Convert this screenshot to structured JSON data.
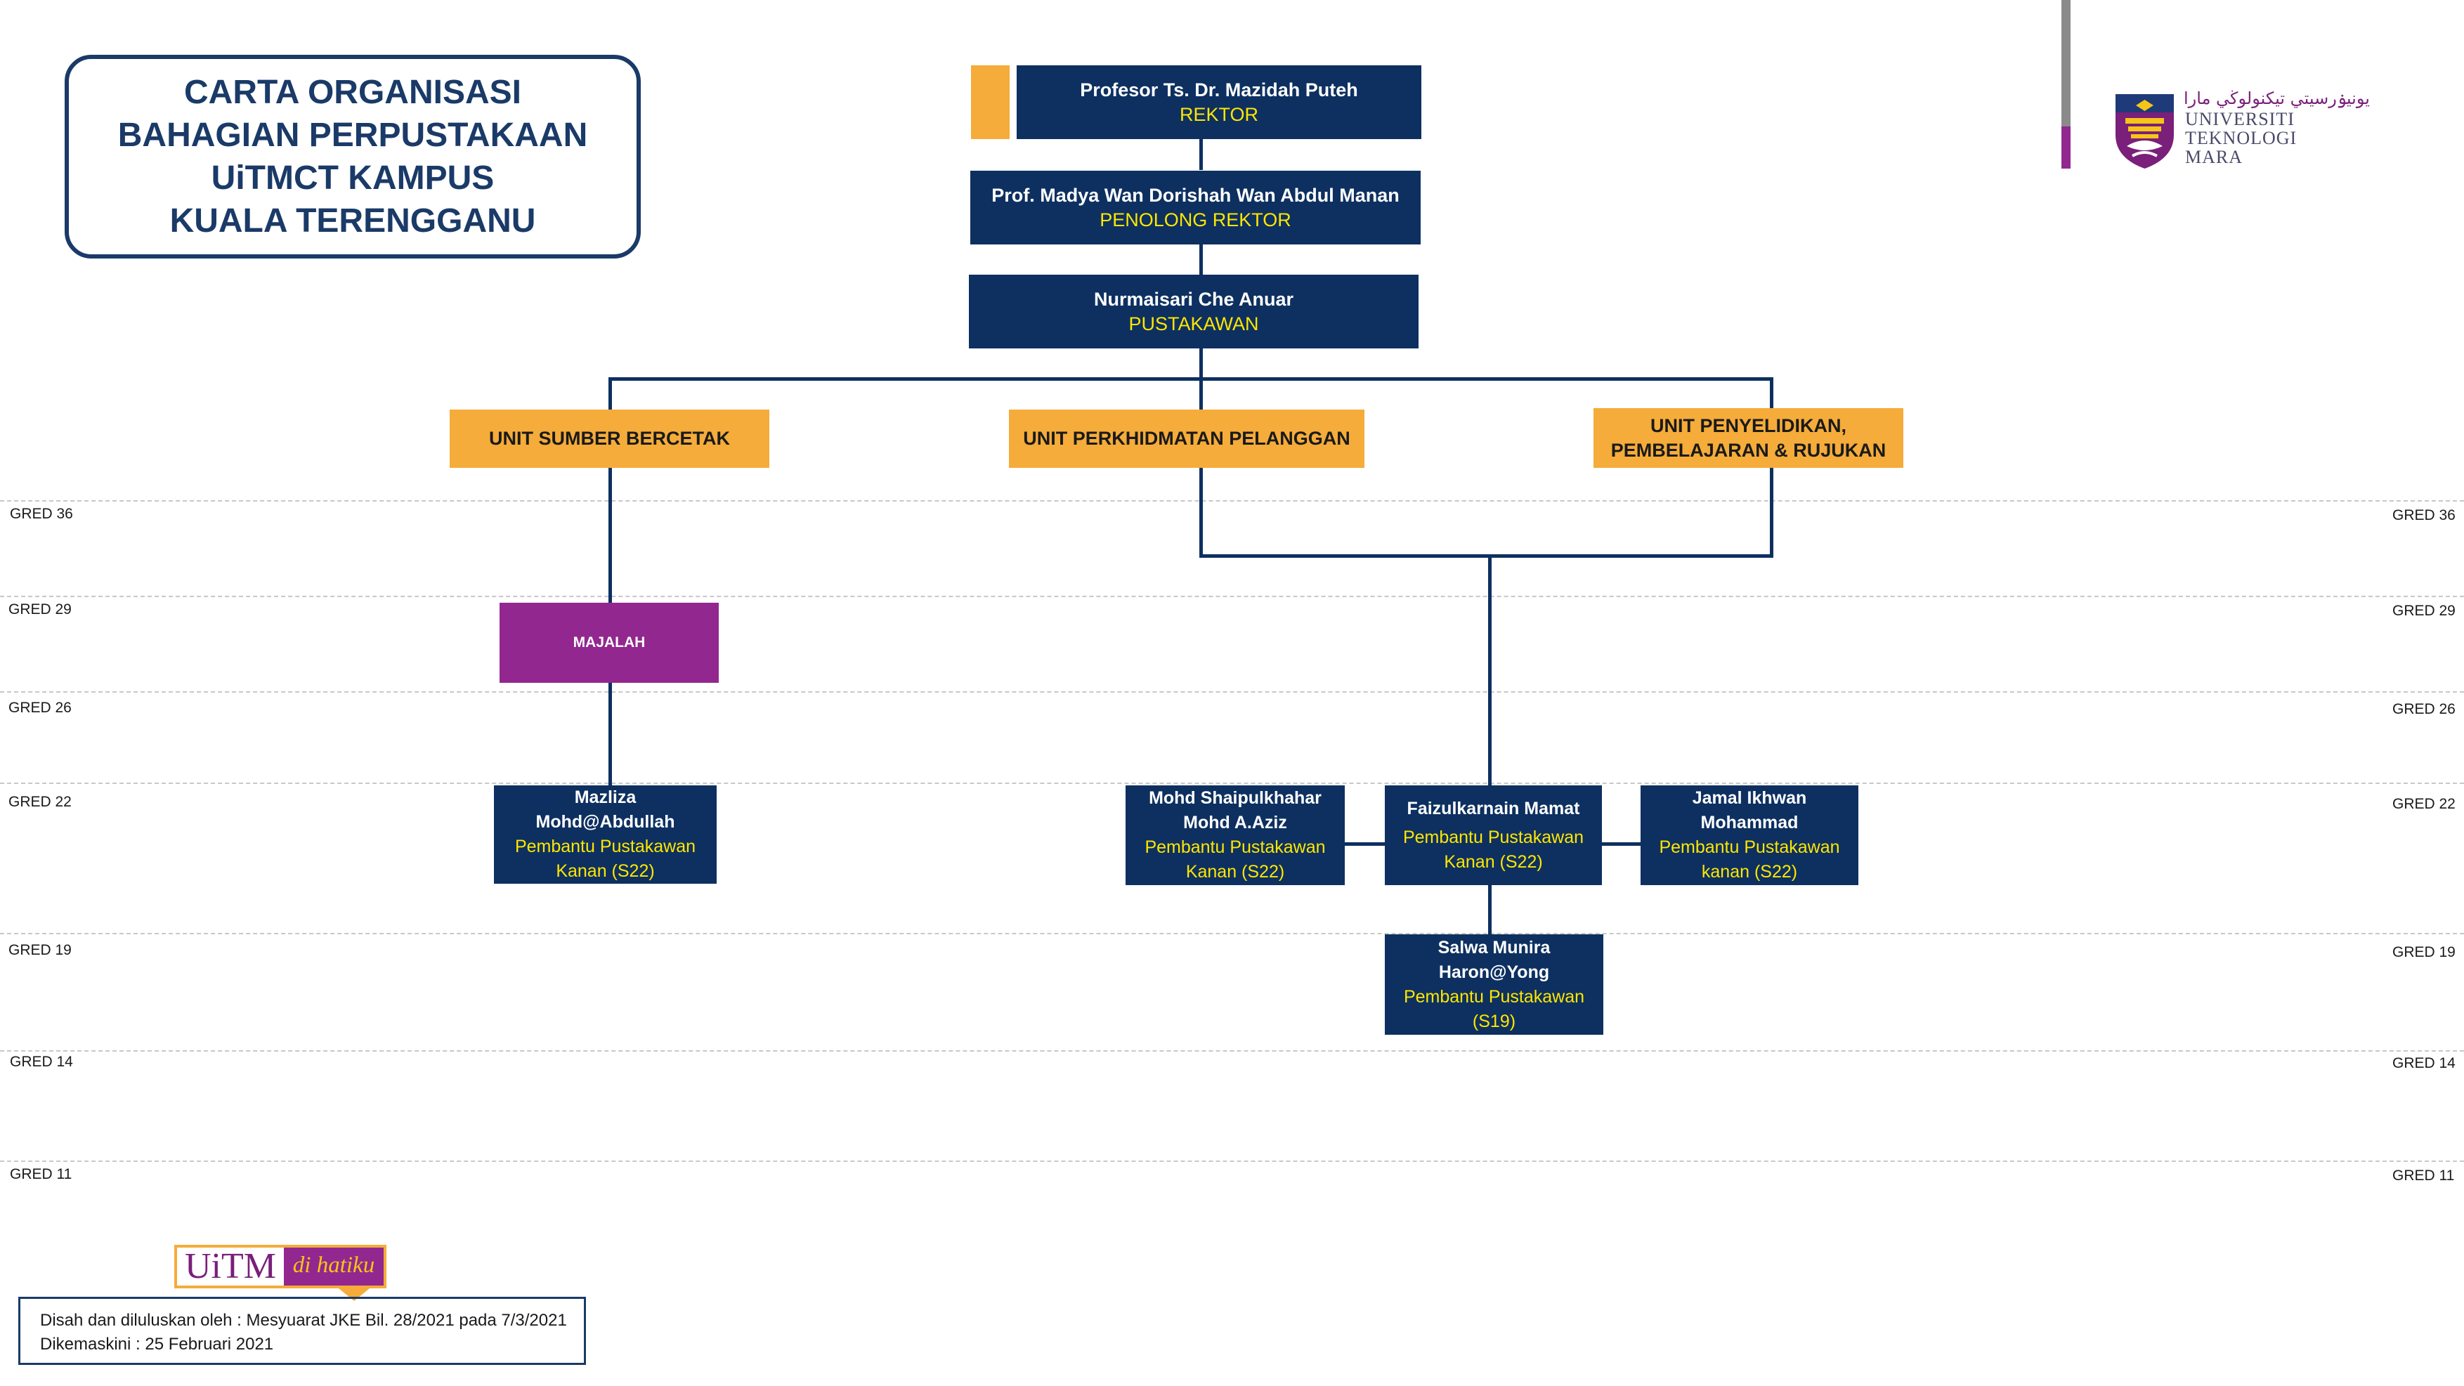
{
  "title": {
    "line1": "CARTA ORGANISASI",
    "line2": "BAHAGIAN PERPUSTAKAAN",
    "line3": "UiTMCT KAMPUS",
    "line4": "KUALA TERENGGANU"
  },
  "top": {
    "rektor": {
      "name": "Profesor Ts. Dr. Mazidah Puteh",
      "role": "REKTOR"
    },
    "penolong": {
      "name": "Prof. Madya Wan Dorishah Wan Abdul Manan",
      "role": "PENOLONG REKTOR"
    },
    "pustakawan": {
      "name": "Nurmaisari Che Anuar",
      "role": "PUSTAKAWAN"
    }
  },
  "units": {
    "sumber": "UNIT SUMBER BERCETAK",
    "pelanggan": "UNIT PERKHIDMATAN PELANGGAN",
    "penyelidikan_1": "UNIT PENYELIDIKAN,",
    "penyelidikan_2": "PEMBELAJARAN & RUJUKAN"
  },
  "majalah": "MAJALAH",
  "staff": {
    "mazliza": {
      "name1": "Mazliza",
      "name2": "Mohd@Abdullah",
      "role1": "Pembantu Pustakawan",
      "role2": "Kanan (S22)"
    },
    "shaipul": {
      "name1": "Mohd Shaipulkhahar",
      "name2": "Mohd A.Aziz",
      "role1": "Pembantu Pustakawan",
      "role2": "Kanan (S22)"
    },
    "faizul": {
      "name1": "Faizulkarnain Mamat",
      "role1": "Pembantu Pustakawan",
      "role2": "Kanan (S22)"
    },
    "jamal": {
      "name1": "Jamal Ikhwan",
      "name2": "Mohammad",
      "role1": "Pembantu Pustakawan",
      "role2": "kanan (S22)"
    },
    "salwa": {
      "name1": "Salwa Munira",
      "name2": "Haron@Yong",
      "role1": "Pembantu Pustakawan",
      "role2": "(S19)"
    }
  },
  "grades": [
    "GRED 36",
    "GRED 29",
    "GRED 26",
    "GRED 22",
    "GRED 19",
    "GRED 14",
    "GRED 11"
  ],
  "logo": {
    "jawi": "يونيۏرسيتي تيكنولوڬي مارا",
    "line1": "UNIVERSITI",
    "line2": "TEKNOLOGI",
    "line3": "MARA"
  },
  "badge": {
    "uitm": "UiTM",
    "tagline": "di hatiku"
  },
  "footer": {
    "line1": "Disah dan diluluskan oleh : Mesyuarat JKE Bil. 28/2021 pada 7/3/2021",
    "line2": "Dikemaskini : 25 Februari 2021"
  },
  "colors": {
    "navy": "#0d3060",
    "orange": "#f5ac3a",
    "purple": "#92278f",
    "yellow": "#ffe600"
  }
}
